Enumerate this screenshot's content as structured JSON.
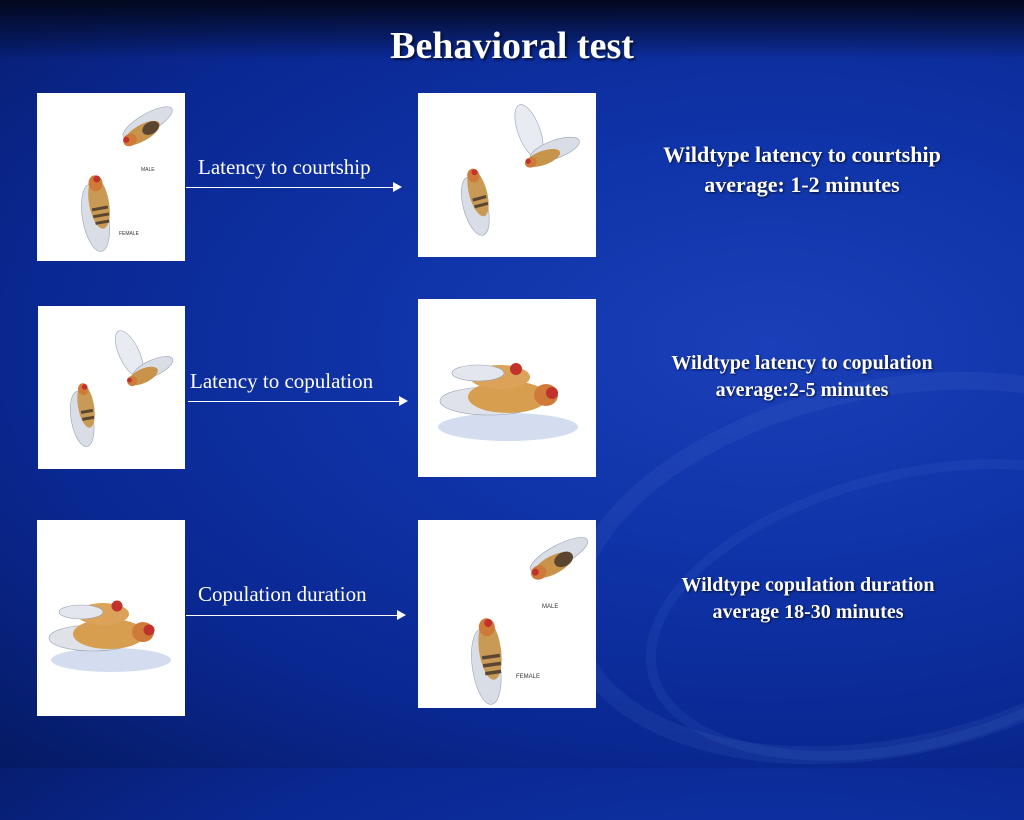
{
  "slide": {
    "title": "Behavioral test"
  },
  "rows": [
    {
      "arrow_label": "Latency to courtship",
      "result_line1": "Wildtype latency to courtship",
      "result_line2": "average: 1-2 minutes"
    },
    {
      "arrow_label": "Latency to copulation",
      "result_line1": "Wildtype latency to copulation",
      "result_line2": "average:2-5 minutes"
    },
    {
      "arrow_label": "Copulation duration",
      "result_line1": "Wildtype copulation duration",
      "result_line2": "average 18-30 minutes"
    }
  ],
  "image_labels": {
    "male": "MALE",
    "female": "FEMALE"
  },
  "icons": {
    "fly": "fruit-fly-illustration-icon",
    "arrow": "right-arrow-icon"
  }
}
